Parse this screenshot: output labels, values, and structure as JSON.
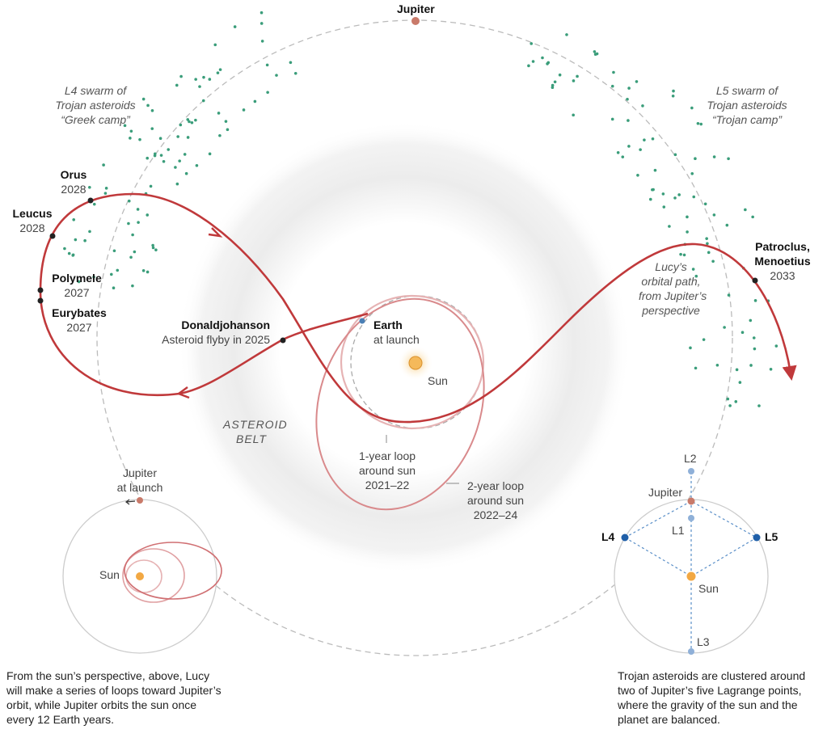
{
  "jupiter_label": "Jupiter",
  "l4_swarm": [
    "L4 swarm of",
    "Trojan asteroids",
    "“Greek camp”"
  ],
  "l5_swarm": [
    "L5 swarm of",
    "Trojan asteroids",
    "“Trojan camp”"
  ],
  "targets": {
    "orus": {
      "name": "Orus",
      "year": "2028"
    },
    "leucus": {
      "name": "Leucus",
      "year": "2028"
    },
    "polymele": {
      "name": "Polymele",
      "year": "2027"
    },
    "eurybates": {
      "name": "Eurybates",
      "year": "2027"
    },
    "donaldjohanson": {
      "name": "Donaldjohanson",
      "note": "Asteroid flyby in 2025"
    },
    "patroclus": {
      "name1": "Patroclus,",
      "name2": "Menoetius",
      "year": "2033"
    }
  },
  "lucy_path": [
    "Lucy’s",
    "orbital path,",
    "from Jupiter’s",
    "perspective"
  ],
  "earth": {
    "name": "Earth",
    "note": "at launch"
  },
  "sun_label": "Sun",
  "asteroid_belt": [
    "ASTEROID",
    "BELT"
  ],
  "loop1": [
    "1-year loop",
    "around sun",
    "2021–22"
  ],
  "loop2": [
    "2-year loop",
    "around sun",
    "2022–24"
  ],
  "inset_left": {
    "jupiter": [
      "Jupiter",
      "at launch"
    ],
    "sun": "Sun",
    "caption": "From the sun’s perspective, above, Lucy will make a series of loops toward Jupiter’s orbit, while Jupiter orbits the sun once every 12 Earth years."
  },
  "inset_right": {
    "jupiter": "Jupiter",
    "sun": "Sun",
    "l1": "L1",
    "l2": "L2",
    "l3": "L3",
    "l4": "L4",
    "l5": "L5",
    "caption": "Trojan asteroids are clustered around two of Jupiter’s five Lagrange points, where the gravity of the sun and the planet are balanced."
  },
  "colors": {
    "path": "#c0393b",
    "loop": "#d98a8c",
    "asteroid": "#3a9d7a",
    "jupiter": "#c97a6a",
    "sun": "#f2a843",
    "earth": "#4a7fb5",
    "lagrange": "#8fb0d8",
    "lagrange_bold": "#1f5fa8"
  }
}
